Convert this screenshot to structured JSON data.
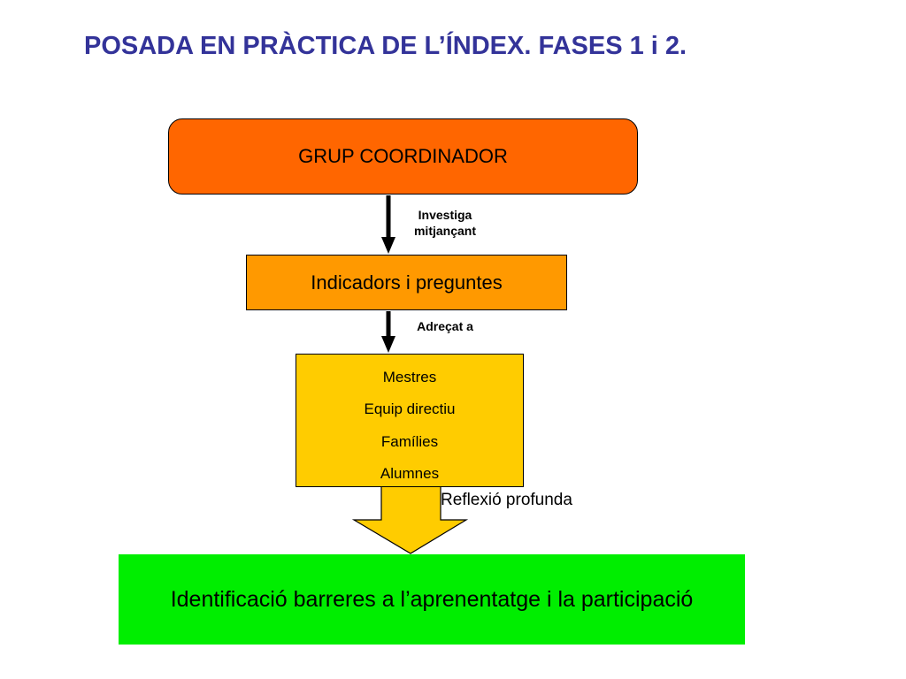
{
  "title": "POSADA EN PRÀCTICA DE L’ÍNDEX. FASES 1 i 2.",
  "nodes": {
    "coordinator": "GRUP COORDINADOR",
    "indicators": "Indicadors i preguntes",
    "people": [
      "Mestres",
      "Equip directiu",
      "Famílies",
      "Alumnes"
    ],
    "result": "Identificació barreres a l’aprenentatge i la participació"
  },
  "edges": {
    "investiga_line1": "Investiga",
    "investiga_line2": "mitjançant",
    "adrecat": "Adreçat  a",
    "reflexio": "Reflexió profunda"
  },
  "colors": {
    "title": "#333399",
    "coordinator": "#ff6600",
    "indicators": "#ff9900",
    "people": "#ffcc00",
    "result": "#00ee00"
  }
}
